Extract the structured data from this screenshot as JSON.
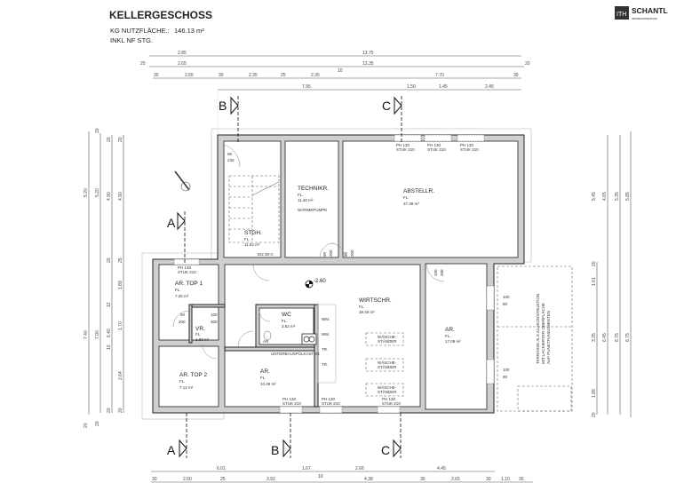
{
  "header": {
    "title": "KELLERGESCHOSS",
    "area_label": "KG NUTZFLÄCHE.:",
    "area_value": "146.13 m²",
    "note": "INKL NF STG."
  },
  "logo": {
    "mark": "ITH",
    "name": "SCHANTL",
    "sub": "IMMOBILIENTREUHAND"
  },
  "dims_top": {
    "row1": [
      "2.85",
      "13.75"
    ],
    "row2": [
      "20",
      "2.65",
      "13.35",
      "20"
    ],
    "row3": [
      "30",
      "2.55",
      "30",
      "2.35",
      "25",
      "2.35",
      "10",
      "7.70",
      "30"
    ],
    "row4": [
      "7.95",
      "1.50",
      "1.45",
      "2.45"
    ]
  },
  "dims_left": {
    "col1": [
      "5.20",
      "7.40",
      "20"
    ],
    "col2": [
      "20",
      "5.20",
      "7.00",
      "20"
    ],
    "col3": [
      "20",
      "4.90",
      "20",
      "6.40",
      "20"
    ],
    "col4": [
      "20",
      "4.90",
      "25",
      "1.89",
      "12",
      "1.70",
      "10",
      "2.64",
      "20"
    ]
  },
  "dims_right": {
    "col1": [
      "20",
      "1.61",
      "3.25",
      "1.89",
      "20"
    ],
    "col2": [
      "5.45",
      "6.45"
    ],
    "col3": [
      "4.65",
      "6.75"
    ],
    "col4": [
      "5.35",
      "5.85",
      "6.75"
    ]
  },
  "dims_bottom": {
    "row1": [
      "6.01",
      "1.67",
      "2.66",
      "4.45"
    ],
    "row2": [
      "30",
      "2.60",
      "25",
      "3.92",
      "10",
      "4.38",
      "30",
      "2.65",
      "30",
      "1.10",
      "30"
    ]
  },
  "rooms": [
    {
      "name": "STGH.",
      "fl": "FL.",
      "area": "11.52 m²"
    },
    {
      "name": "TECHNIKR.",
      "fl": "FL.",
      "area": "11.40 m²",
      "note": "WÄRMEPUMPE"
    },
    {
      "name": "ABSTELLR.",
      "fl": "FL.",
      "area": "37.38 m²"
    },
    {
      "name": "AR. TOP 1",
      "fl": "FL.",
      "area": "7.26 m²"
    },
    {
      "name": "VR.",
      "fl": "FL.",
      "area": "1.98 m²"
    },
    {
      "name": "AR. TOP 2",
      "fl": "FL.",
      "area": "7.12 m²"
    },
    {
      "name": "WC",
      "fl": "FL.",
      "area": "3.52 m²"
    },
    {
      "name": "AR.",
      "fl": "FL.",
      "area": "10.49 m²"
    },
    {
      "name": "WIRTSCHR.",
      "fl": "FL.",
      "area": "38.40 m²"
    },
    {
      "name": "AR.",
      "fl": "FL.",
      "area": "17.09 m²"
    }
  ],
  "sections": {
    "a": "A",
    "b": "B",
    "c": "C"
  },
  "elevation": "-2.60",
  "fixtures": {
    "wm": "WM.",
    "tr": "TR.",
    "rack": [
      "WÄSCHE-",
      "STÄNDER"
    ],
    "fire_door": "EI2 30-C",
    "ar_small": "AR",
    "wc_note": "UNTERBAUSPÜLKASTEN"
  },
  "openings": {
    "window": [
      "PH 130",
      "STUK 210"
    ],
    "door_95": [
      "95",
      "230"
    ],
    "door_90": [
      "90",
      "200"
    ],
    "door_80": [
      "80",
      "200"
    ],
    "door_100_200": [
      "100",
      "200"
    ],
    "door_100_300": [
      "100",
      "300"
    ],
    "win_100_80": [
      "100",
      "80"
    ]
  },
  "terrace": [
    "TERRASSE ALS ALUKONSTRUKTION",
    "MIT LACKIERTER OBERFLÄCHE",
    "AUF PUNKTFUNDAMENTEN"
  ]
}
